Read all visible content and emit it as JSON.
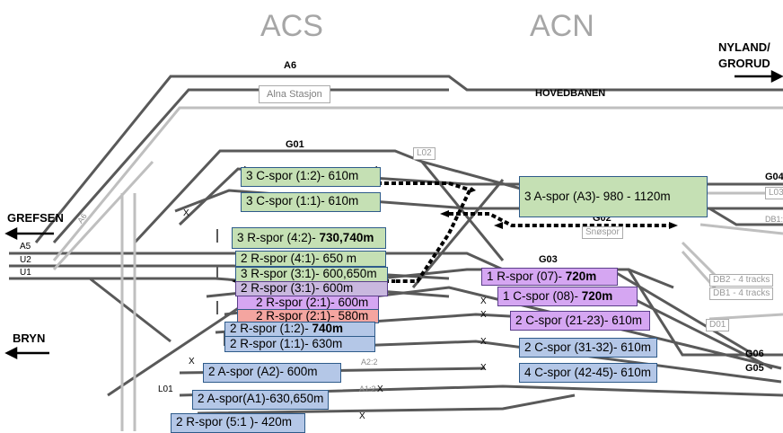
{
  "zones": {
    "acs": "ACS",
    "acn": "ACN"
  },
  "directions": {
    "nyland_line1": "NYLAND/",
    "nyland_line2": "GRORUD",
    "grefsen": "GREFSEN",
    "bryn": "BRYN"
  },
  "labels": {
    "a6": "A6",
    "alna": "Alna Stasjon",
    "hovedbanen": "HOVEDBANEN",
    "g01": "G01",
    "l02": "L02",
    "g04": "G04",
    "l03": "L03",
    "db1": "DB1:",
    "g02": "G02",
    "snospor": "Snøspor",
    "g03": "G03",
    "db2": "DB2 - 4 tracks",
    "db1_tracks": "DB1 - 4 tracks",
    "d01": "D01",
    "g06": "G06",
    "g05": "G05",
    "a5": "A5",
    "u2": "U2",
    "u1": "U1",
    "a6_diag": "A6",
    "a2_2": "A2:2",
    "a1_2": "A1:2",
    "l01": "L01",
    "x": "X"
  },
  "sidings": {
    "c12": {
      "text": "3 C-spor (1:2)- 610m"
    },
    "c11": {
      "text": "3 C-spor (1:1)- 610m"
    },
    "a3": {
      "text": "3 A-spor (A3)- 980 - 1120m"
    },
    "r42": {
      "text": "3 R-spor (4:2)- ",
      "bold": "730,740m"
    },
    "r41": {
      "text": "2 R-spor (4:1)- 650 m"
    },
    "r31a": {
      "text": "3 R-spor (3:1)- 600,650m"
    },
    "r31b": {
      "text": "2 R-spor (3:1)- 600m"
    },
    "r21a": {
      "text": "2 R-spor (2:1)- 600m"
    },
    "r21b": {
      "text": "2 R-spor (2:1)- 580m"
    },
    "r12": {
      "text": "2 R-spor (1:2)- ",
      "bold": "740m"
    },
    "r11": {
      "text": "2 R-spor (1:1)- 630m"
    },
    "a2": {
      "text": "2 A-spor (A2)- 600m"
    },
    "a1": {
      "text": "2 A-spor(A1)-630,650m"
    },
    "r51": {
      "text": "2 R-spor (5:1 )- 420m"
    },
    "r07": {
      "text": "1 R-spor (07)- ",
      "bold": "720m"
    },
    "c08": {
      "text": "1 C-spor (08)- ",
      "bold": "720m"
    },
    "c2123": {
      "text": "2 C-spor (21-23)- 610m"
    },
    "c3132": {
      "text": "2 C-spor (31-32)- 610m"
    },
    "c4245": {
      "text": "4 C-spor (42-45)- 610m"
    }
  },
  "colors": {
    "green": "#c5e0b4",
    "blue": "#b4c7e7",
    "purple": "#d5a6f2",
    "red": "#f4a5a0",
    "track_dark": "#595959",
    "track_light": "#bfbfbf"
  }
}
